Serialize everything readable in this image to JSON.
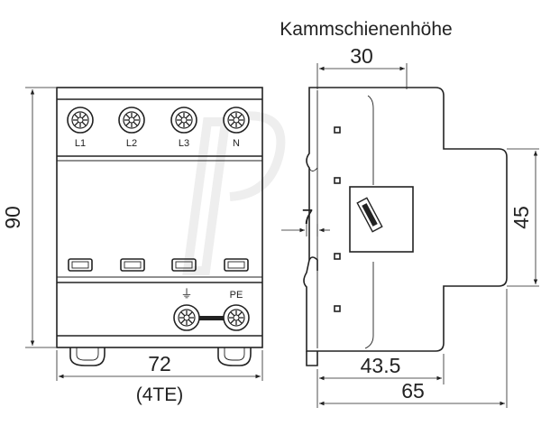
{
  "title": "Kammschienenhöhe",
  "terminals": {
    "top": [
      "L1",
      "L2",
      "L3",
      "N"
    ],
    "bottom": [
      "⏚",
      "PE"
    ]
  },
  "dimensions": {
    "height": "90",
    "width": "72",
    "width_units": "(4TE)",
    "comb_height": "30",
    "rail_depth": "7",
    "rail_width": "45",
    "depth_to_front": "43.5",
    "total_depth": "65"
  },
  "colors": {
    "line": "#222222",
    "background": "#ffffff",
    "watermark": "#eeeeee"
  }
}
